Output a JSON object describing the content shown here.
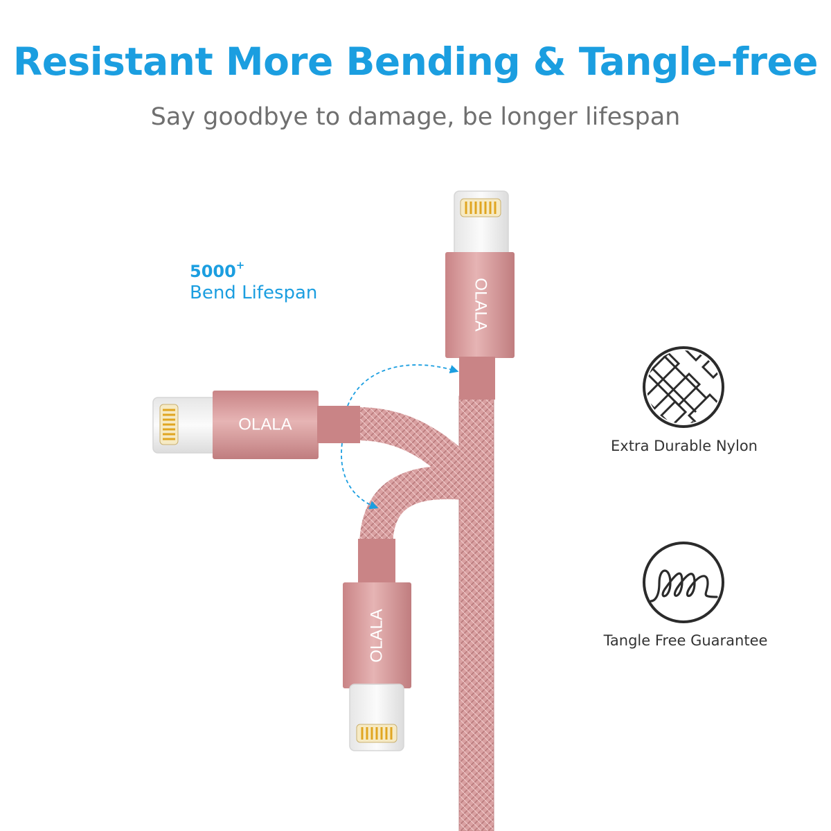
{
  "header": {
    "title": "Resistant More Bending & Tangle-free",
    "subtitle": "Say goodbye to damage, be longer lifespan"
  },
  "callout": {
    "count": "5000",
    "count_suffix": "+",
    "label": "Bend Lifespan"
  },
  "brand": {
    "name": "OLALA"
  },
  "features": [
    {
      "label": "Extra Durable Nylon",
      "icon": "weave-icon"
    },
    {
      "label": "Tangle Free Guarantee",
      "icon": "coil-icon"
    }
  ],
  "colors": {
    "accent": "#1b9ee0",
    "rose_gold": "#d8999b",
    "rose_dark": "#b77375",
    "text_gray": "#6f6f6f"
  }
}
